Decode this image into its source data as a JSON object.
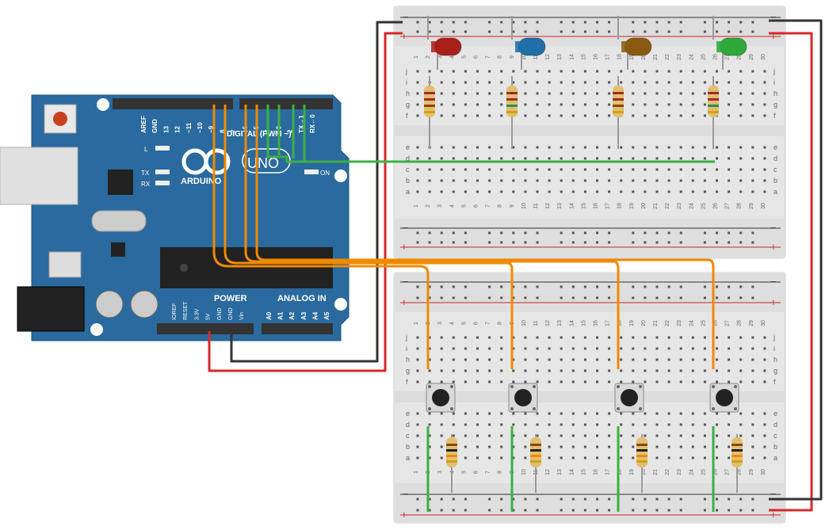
{
  "arduino": {
    "logo": "ARDUINO",
    "model": "UNO",
    "digital_label": "DIGITAL (PWM ~)",
    "power_label": "POWER",
    "analog_label": "ANALOG IN",
    "on_label": "ON",
    "l_label": "L",
    "tx_label": "TX",
    "rx_label": "RX",
    "digital_pins": [
      "AREF",
      "GND",
      "13",
      "12",
      "~11",
      "~10",
      "~9",
      "8",
      "7",
      "~6",
      "~5",
      "4",
      "~3",
      "2",
      "TX→1",
      "RX←0"
    ],
    "power_pins": [
      "IOREF",
      "RESET",
      "3.3V",
      "5V",
      "GND",
      "GND",
      "Vin"
    ],
    "analog_pins": [
      "A0",
      "A1",
      "A2",
      "A3",
      "A4",
      "A5"
    ]
  },
  "breadboard": {
    "row_labels_top": [
      "j",
      "i",
      "h",
      "g",
      "f"
    ],
    "row_labels_bottom": [
      "e",
      "d",
      "c",
      "b",
      "a"
    ],
    "rail_plus": "+",
    "rail_minus": "−",
    "columns": [
      "1",
      "2",
      "3",
      "4",
      "5",
      "6",
      "7",
      "8",
      "9",
      "10",
      "11",
      "12",
      "13",
      "14",
      "15",
      "16",
      "17",
      "18",
      "19",
      "20",
      "21",
      "22",
      "23",
      "24",
      "25",
      "26",
      "27",
      "28",
      "29",
      "30"
    ]
  },
  "leds": [
    {
      "color": "red",
      "hex": "#a8201a"
    },
    {
      "color": "blue",
      "hex": "#1f6fa8"
    },
    {
      "color": "yellow",
      "hex": "#8a5a10"
    },
    {
      "color": "green",
      "hex": "#2ea83a"
    }
  ],
  "colors": {
    "board": "#2a6a9e",
    "wire_orange": "#f08a00",
    "wire_green": "#3cb043",
    "wire_red": "#d42a2a",
    "wire_black": "#333333",
    "breadboard": "#e9e9e9"
  }
}
